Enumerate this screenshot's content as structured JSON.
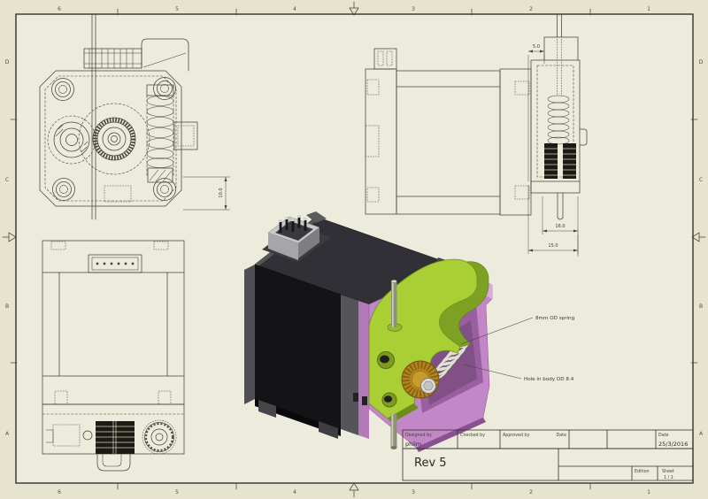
{
  "drawing": {
    "zones_top": [
      "6",
      "5",
      "4",
      "3",
      "2",
      "1"
    ],
    "zones_bottom": [
      "6",
      "5",
      "4",
      "3",
      "2",
      "1"
    ],
    "zones_left": [
      "D",
      "C",
      "B",
      "A"
    ],
    "zones_right": [
      "D",
      "C",
      "B",
      "A"
    ]
  },
  "dimensions": {
    "front_view_vertical": "10.0",
    "side_view_top": "5.0",
    "side_view_rod_width": "16.0",
    "side_view_body_width": "15.0"
  },
  "annotations": {
    "spring_note": "8mm OD spring",
    "hole_note": "Hole in body OD 8.4"
  },
  "title_block": {
    "designed_by_label": "Designed by",
    "designed_by_value": "philm",
    "checked_by_label": "Checked by",
    "approved_by_label": "Approved by",
    "approved_date_label": "Date",
    "date_label": "Date",
    "date_value": "25/3/2016",
    "revision": "Rev 5",
    "edition_label": "Edition",
    "sheet_label": "Sheet",
    "sheet_value": "1 / 1"
  },
  "colors": {
    "paper": "#edebdc",
    "margin": "#e6e3cf",
    "line": "#45443a",
    "motor_black": "#141416",
    "motor_top": "#303036",
    "chamfer_gray": "#54545a",
    "connector_gray": "#c8c8ca",
    "lever_green": "#a9cf35",
    "lever_green_dark": "#7da122",
    "body_pink": "#c287c6",
    "body_pink_dark": "#9a5fa0",
    "gear_gold": "#b5871f",
    "bolt_silver": "#d9d9d9",
    "rod_olive": "#8e9178",
    "spring_gray": "#dfe2d2"
  }
}
